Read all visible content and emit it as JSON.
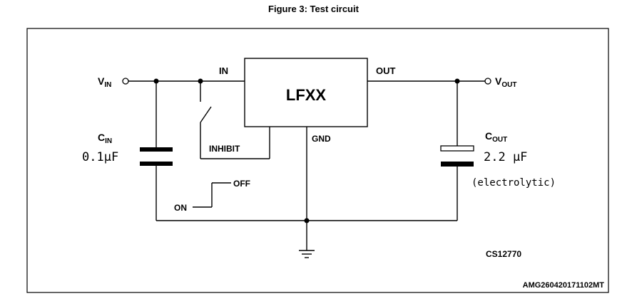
{
  "caption": "Figure 3: Test circuit",
  "regulator": {
    "name": "LFXX",
    "pin_in": "IN",
    "pin_out": "OUT",
    "pin_gnd": "GND",
    "pin_inhibit": "INHIBIT"
  },
  "input": {
    "label_main": "V",
    "label_sub": "IN"
  },
  "output": {
    "label_main": "V",
    "label_sub": "OUT"
  },
  "cin": {
    "label_main": "C",
    "label_sub": "IN",
    "value": "0.1μF"
  },
  "cout": {
    "label_main": "C",
    "label_sub": "OUT",
    "value": "2.2 μF",
    "note": "(electrolytic)"
  },
  "switch": {
    "on": "ON",
    "off": "OFF"
  },
  "code": "CS12770",
  "doc_id": "AMG260420171102MT"
}
